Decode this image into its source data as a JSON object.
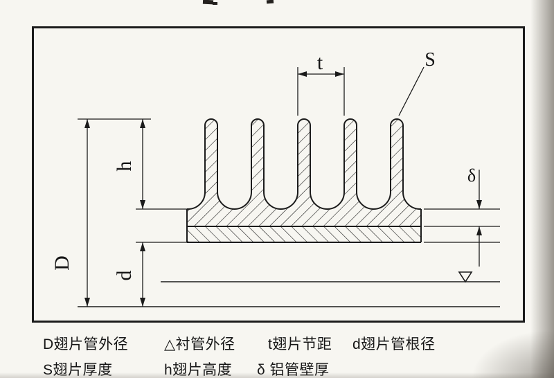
{
  "figure": {
    "labels": {
      "t": "t",
      "s": "S",
      "h": "h",
      "D": "D",
      "d": "d",
      "delta": "δ"
    }
  },
  "legend": {
    "row1": [
      "D翅片管外径",
      "△衬管外径",
      "t翅片节距",
      "d翅片管根径"
    ],
    "row2": [
      "S翅片厚度",
      "h翅片高度",
      "δ 铝管壁厚"
    ]
  },
  "colors": {
    "ink": "#1b1b1b",
    "paper": "#f7f6f1"
  }
}
